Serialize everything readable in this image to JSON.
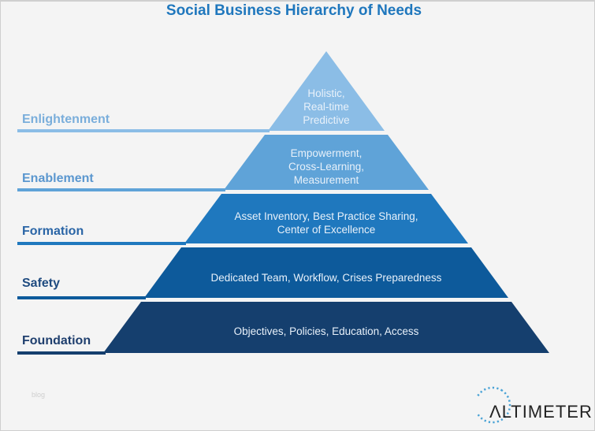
{
  "title": "Social Business Hierarchy of Needs",
  "levels": [
    {
      "name": "Enlightenment",
      "description_lines": [
        "Holistic,",
        "Real-time",
        "Predictive"
      ],
      "color": "#8bbde6",
      "label_color": "#7aaedb"
    },
    {
      "name": "Enablement",
      "description_lines": [
        "Empowerment,",
        "Cross-Learning,",
        "Measurement"
      ],
      "color": "#5fa3d8",
      "label_color": "#5b97cf"
    },
    {
      "name": "Formation",
      "description_lines": [
        "Asset Inventory, Best Practice Sharing,",
        "Center of Excellence"
      ],
      "color": "#1f78be",
      "label_color": "#2a65a6"
    },
    {
      "name": "Safety",
      "description_lines": [
        "Dedicated Team, Workflow, Crises Preparedness"
      ],
      "color": "#0d5a9b",
      "label_color": "#1f4b80"
    },
    {
      "name": "Foundation",
      "description_lines": [
        "Objectives, Policies, Education, Access"
      ],
      "color": "#153f6e",
      "label_color": "#1f3f6e"
    }
  ],
  "watermark": "blog",
  "logo": {
    "text": "ALTIMETER",
    "display_text": "ΛLTIMETER",
    "icon": "dotted-circle-icon"
  }
}
